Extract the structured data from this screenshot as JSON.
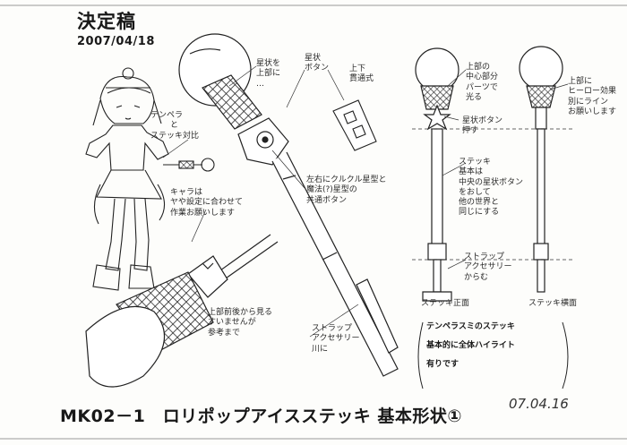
{
  "header": {
    "title": "決定稿",
    "date": "2007/04/18"
  },
  "notes": {
    "character": [
      "テンペラ",
      "と",
      "ステッキ対比"
    ],
    "character_note": [
      "キャラは",
      "ヤや設定に合わせて",
      "作業お願いします"
    ],
    "star_note": [
      "星状を",
      "上部に",
      "…"
    ],
    "side_view_label": [
      "星状",
      "ボタン"
    ],
    "holes_note": [
      "上下",
      "貫通式"
    ],
    "swirl_note": [
      "左右にクルクル星型と",
      "魔法(?)星型の",
      "共通ボタン"
    ],
    "top_part_note": [
      "上部の",
      "中心部分",
      "パーツで",
      "光る"
    ],
    "button_label": [
      "星状ボタン",
      "押す"
    ],
    "stick_note": [
      "ステッキ",
      "基本は",
      "中央の星状ボタン",
      "をおして",
      "他の世界と",
      "同じにする"
    ],
    "right_note": [
      "上部に",
      "ヒーロー効果",
      "別にライン",
      "お願いします"
    ],
    "bottom_stick_note": [
      "ストラップ",
      "アクセサリー",
      "からむ"
    ],
    "bottom_stick_note2": [
      "ストラップ",
      "アクセサリー",
      "川に",
      "…"
    ],
    "front_label": "ステッキ正面",
    "side_label": "ステッキ横面",
    "bottom_left_note": [
      "上部前後から見る",
      "すいませんが",
      "参考まで"
    ]
  },
  "note_box": {
    "line1": "テンペラスミのステッキ",
    "line2": "基本的に全体ハイライト",
    "line3": "有りです"
  },
  "footer": {
    "caption": "MK02－1　ロリポップアイスステッキ 基本形状①",
    "signature": "07.04.16"
  }
}
